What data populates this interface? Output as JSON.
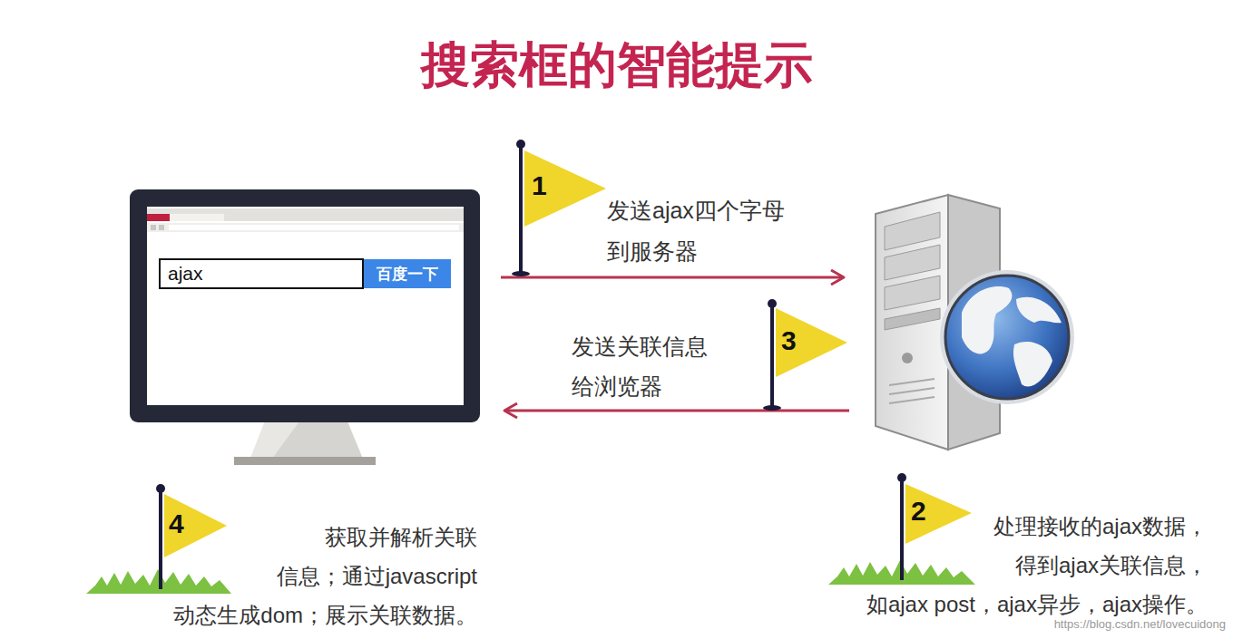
{
  "diagram": {
    "title": "搜索框的智能提示",
    "nodes": [
      {
        "text": [
          "ajax"
        ]
      },
      {
        "text": [
          "百度一下"
        ]
      }
    ],
    "labels": [
      "1",
      "发送ajax四个字母 到服务器",
      "3",
      "发送关联信息 给浏览器",
      "4",
      "获取并解析关联 信息；通过javascript 动态生成dom；展示关联数据。",
      "2",
      "处理接收的ajax数据， 得到ajax关联信息， 如ajax post，ajax异步，ajax操作。",
      "https://blog.csdn.net/lovecuidong"
    ]
  }
}
